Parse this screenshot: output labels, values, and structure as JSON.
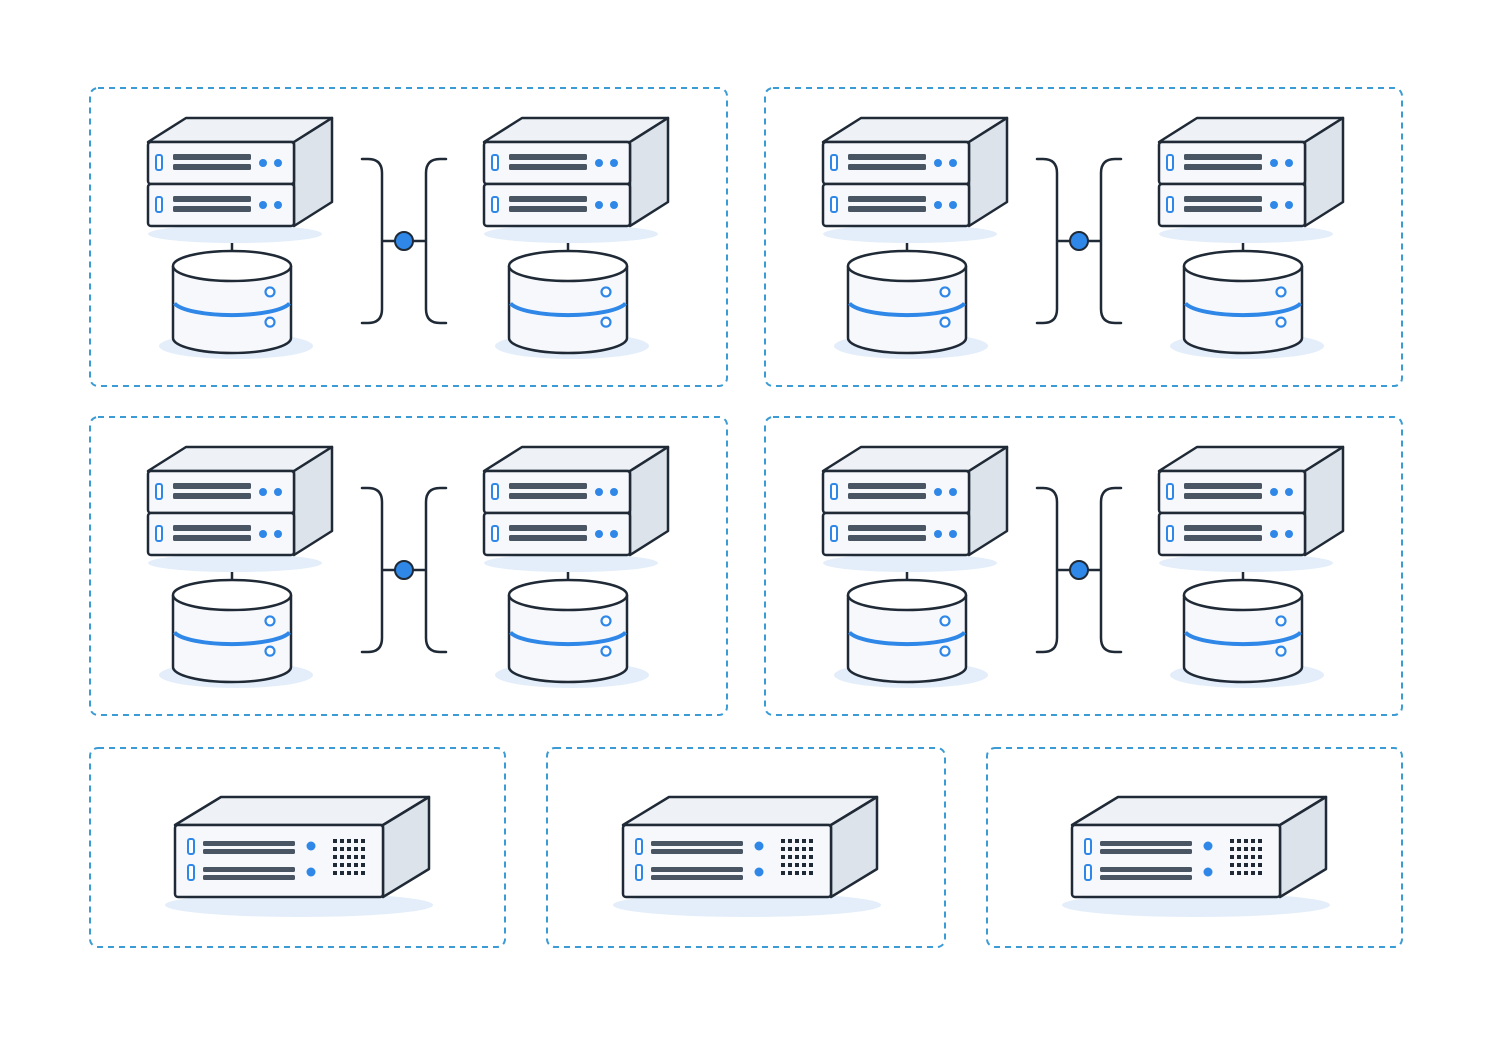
{
  "colors": {
    "background": "#ffffff",
    "group_border": "#3a9bd5",
    "outline": "#1f2a36",
    "face": "#f6f8fb",
    "side": "#dde3ea",
    "top": "#eef2f6",
    "accent": "#2f87e8",
    "slot": "#4a5563",
    "shadow": "#e3eefa"
  },
  "icons": {
    "rack_server": "rack-server-icon",
    "database": "database-icon",
    "link_node": "link-node-icon",
    "appliance": "server-appliance-icon"
  },
  "clusters": [
    {
      "id": "cluster-1",
      "members": [
        {
          "server": "rack-server",
          "storage": "database"
        },
        {
          "server": "rack-server",
          "storage": "database"
        }
      ],
      "link": "bracket-join"
    },
    {
      "id": "cluster-2",
      "members": [
        {
          "server": "rack-server",
          "storage": "database"
        },
        {
          "server": "rack-server",
          "storage": "database"
        }
      ],
      "link": "bracket-join"
    },
    {
      "id": "cluster-3",
      "members": [
        {
          "server": "rack-server",
          "storage": "database"
        },
        {
          "server": "rack-server",
          "storage": "database"
        }
      ],
      "link": "bracket-join"
    },
    {
      "id": "cluster-4",
      "members": [
        {
          "server": "rack-server",
          "storage": "database"
        },
        {
          "server": "rack-server",
          "storage": "database"
        }
      ],
      "link": "bracket-join"
    }
  ],
  "standalone": [
    {
      "id": "appliance-1",
      "device": "server-appliance"
    },
    {
      "id": "appliance-2",
      "device": "server-appliance"
    },
    {
      "id": "appliance-3",
      "device": "server-appliance"
    }
  ]
}
